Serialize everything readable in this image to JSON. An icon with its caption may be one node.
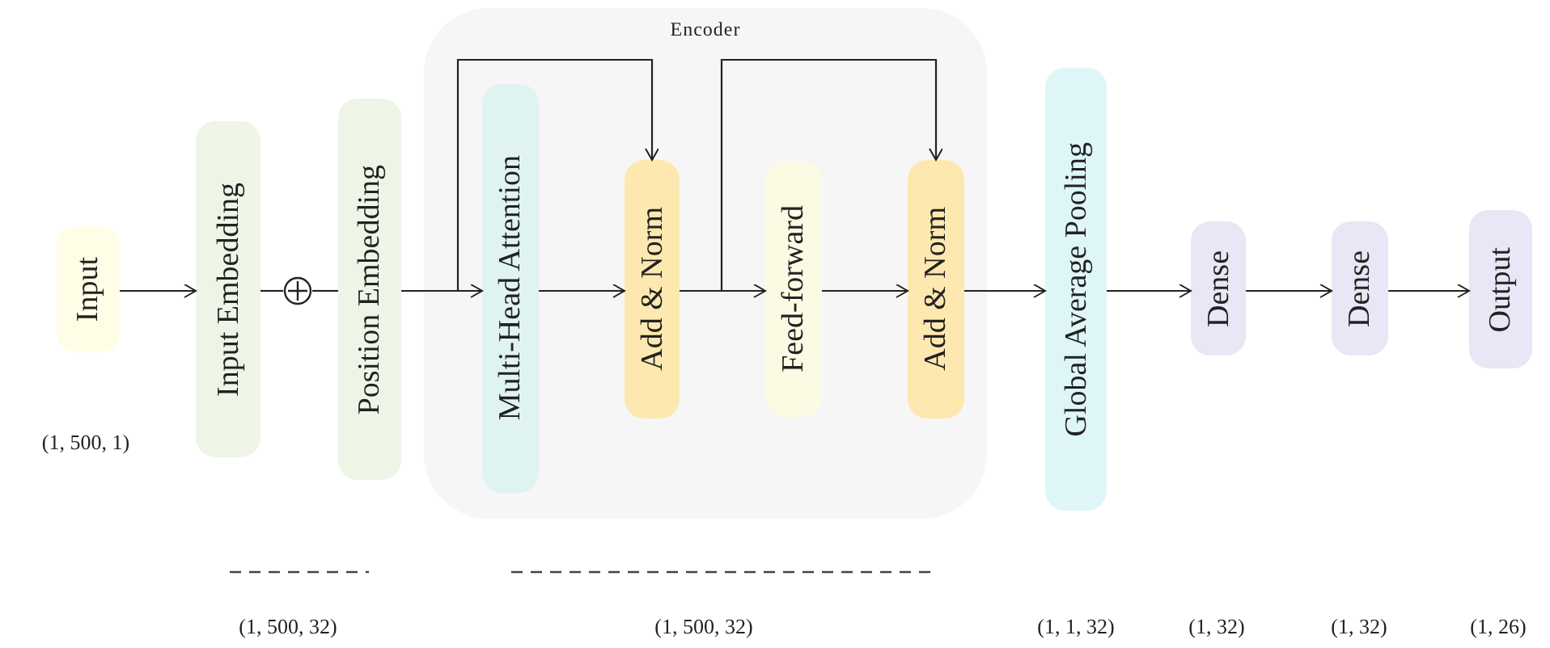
{
  "diagram": {
    "nodes": [
      {
        "text": [
          "Input"
        ]
      },
      {
        "text": [
          "Input Embedding"
        ]
      },
      {
        "text": [],
        "shape": "circle"
      },
      {
        "text": [
          "Position Embedding"
        ]
      },
      {
        "text": [
          "Encoder"
        ]
      },
      {
        "text": [
          "Multi-Head Attention"
        ],
        "in": 4
      },
      {
        "text": [
          "Add & Norm"
        ],
        "in": 4
      },
      {
        "text": [
          "Feed-forward"
        ],
        "in": 4
      },
      {
        "text": [
          "Add & Norm"
        ],
        "in": 4
      },
      {
        "text": [
          "Global Average Pooling"
        ]
      },
      {
        "text": [
          "Dense"
        ]
      },
      {
        "text": [
          "Dense"
        ]
      },
      {
        "text": [
          "Output"
        ]
      }
    ],
    "edges": [
      {
        "from": 0,
        "to": 1,
        "arrow": "to"
      },
      {
        "from": 1,
        "to": 2,
        "arrow": "none"
      },
      {
        "from": 2,
        "to": 3,
        "arrow": "none"
      },
      {
        "from": 3,
        "to": 5,
        "arrow": "to"
      },
      {
        "from": 3,
        "to": 6,
        "arrow": "to"
      },
      {
        "from": 5,
        "to": 6,
        "arrow": "to"
      },
      {
        "from": 6,
        "to": 7,
        "arrow": "to"
      },
      {
        "from": 6,
        "to": 8,
        "arrow": "to"
      },
      {
        "from": 7,
        "to": 8,
        "arrow": "to"
      },
      {
        "from": 8,
        "to": 9,
        "arrow": "to"
      },
      {
        "from": 9,
        "to": 10,
        "arrow": "to"
      },
      {
        "from": 10,
        "to": 11,
        "arrow": "to"
      },
      {
        "from": 11,
        "to": 12,
        "arrow": "to"
      }
    ],
    "labels": [
      "(1, 500, 1)",
      "(1, 500, 32)",
      "(1, 500, 32)",
      "(1, 1, 32)",
      "(1, 32)",
      "(1, 32)",
      "(1, 26)"
    ]
  }
}
